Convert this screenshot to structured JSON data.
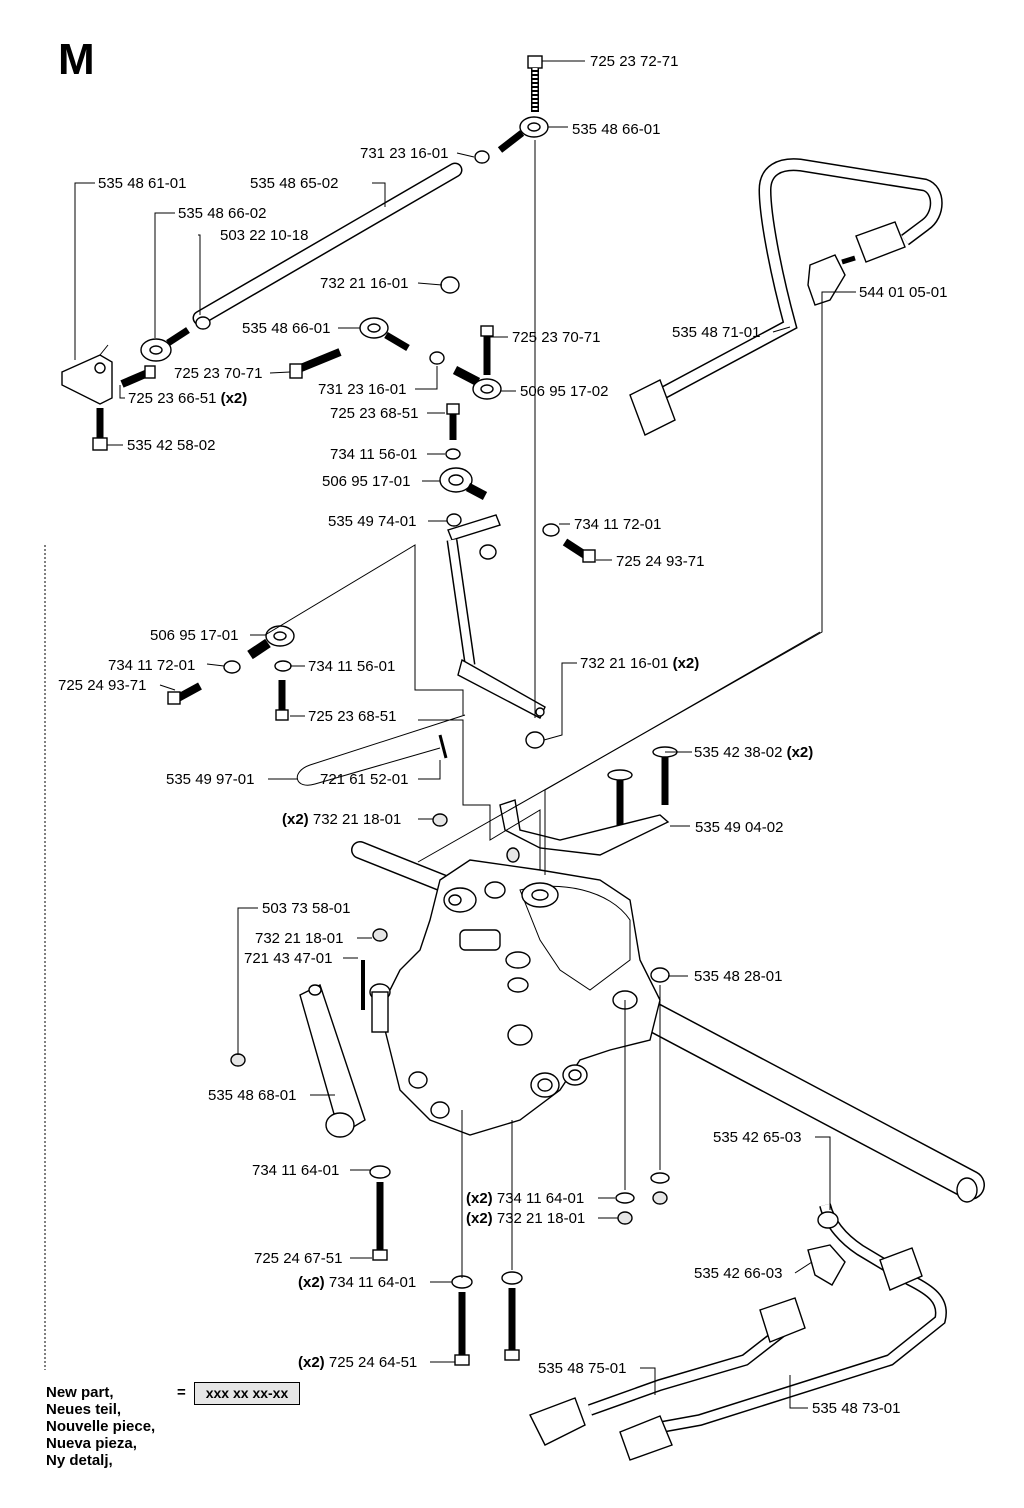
{
  "section_letter": "M",
  "labels": [
    {
      "id": "p1",
      "text": "725 23 72-71"
    },
    {
      "id": "p2",
      "text": "535 48 66-01"
    },
    {
      "id": "p3",
      "text": "731 23 16-01"
    },
    {
      "id": "p4",
      "text": "535 48 61-01"
    },
    {
      "id": "p5",
      "text": "535 48 65-02"
    },
    {
      "id": "p6",
      "text": "535 48 66-02"
    },
    {
      "id": "p7",
      "text": "503 22 10-18"
    },
    {
      "id": "p8",
      "text": "732 21 16-01"
    },
    {
      "id": "p9",
      "text": "535 48 66-01"
    },
    {
      "id": "p10",
      "text": "725 23 70-71"
    },
    {
      "id": "p11",
      "text": "725 23 70-71"
    },
    {
      "id": "p12",
      "text": "731 23 16-01"
    },
    {
      "id": "p13",
      "text": "506 95 17-02"
    },
    {
      "id": "p14",
      "text": "725 23 66-51",
      "suffix": "(x2)"
    },
    {
      "id": "p15",
      "text": "725 23 68-51"
    },
    {
      "id": "p16",
      "text": "535 42 58-02"
    },
    {
      "id": "p17",
      "text": "734 11 56-01"
    },
    {
      "id": "p18",
      "text": "506 95 17-01"
    },
    {
      "id": "p19",
      "text": "535 49 74-01"
    },
    {
      "id": "p20",
      "text": "734 11 72-01"
    },
    {
      "id": "p21",
      "text": "725 24 93-71"
    },
    {
      "id": "p22",
      "text": "544 01 05-01"
    },
    {
      "id": "p23",
      "text": "535 48 71-01"
    },
    {
      "id": "p24",
      "text": "506 95 17-01"
    },
    {
      "id": "p25",
      "text": "734 11 72-01"
    },
    {
      "id": "p26",
      "text": "734 11 56-01"
    },
    {
      "id": "p27",
      "text": "725 24 93-71"
    },
    {
      "id": "p28",
      "text": "725 23 68-51"
    },
    {
      "id": "p29",
      "text": "732 21 16-01",
      "suffix": "(x2)"
    },
    {
      "id": "p30",
      "text": "535 49 97-01"
    },
    {
      "id": "p31",
      "text": "721 61 52-01"
    },
    {
      "id": "p32",
      "text": "535 42 38-02",
      "suffix": "(x2)"
    },
    {
      "id": "p33",
      "text": "732 21 18-01",
      "prefix": "(x2)"
    },
    {
      "id": "p34",
      "text": "535 49 04-02"
    },
    {
      "id": "p35",
      "text": "503 73 58-01"
    },
    {
      "id": "p36",
      "text": "732 21 18-01"
    },
    {
      "id": "p37",
      "text": "721 43 47-01"
    },
    {
      "id": "p38",
      "text": "535 48 28-01"
    },
    {
      "id": "p39",
      "text": "535 48 68-01"
    },
    {
      "id": "p40",
      "text": "535 42 65-03"
    },
    {
      "id": "p41",
      "text": "734 11 64-01"
    },
    {
      "id": "p42",
      "text": "734 11 64-01",
      "prefix": "(x2)"
    },
    {
      "id": "p43",
      "text": "732 21 18-01",
      "prefix": "(x2)"
    },
    {
      "id": "p44",
      "text": "725 24 67-51"
    },
    {
      "id": "p45",
      "text": "535 42 66-03"
    },
    {
      "id": "p46",
      "text": "734 11 64-01",
      "prefix": "(x2)"
    },
    {
      "id": "p47",
      "text": "725 24 64-51",
      "prefix": "(x2)"
    },
    {
      "id": "p48",
      "text": "535 48 75-01"
    },
    {
      "id": "p49",
      "text": "535 48 73-01"
    }
  ],
  "legend": {
    "lines": [
      "New part,",
      "Neues teil,",
      "Nouvelle piece,",
      "Nueva pieza,",
      "Ny detalj,"
    ],
    "equals": "=",
    "sample": "xxx xx xx-xx"
  }
}
